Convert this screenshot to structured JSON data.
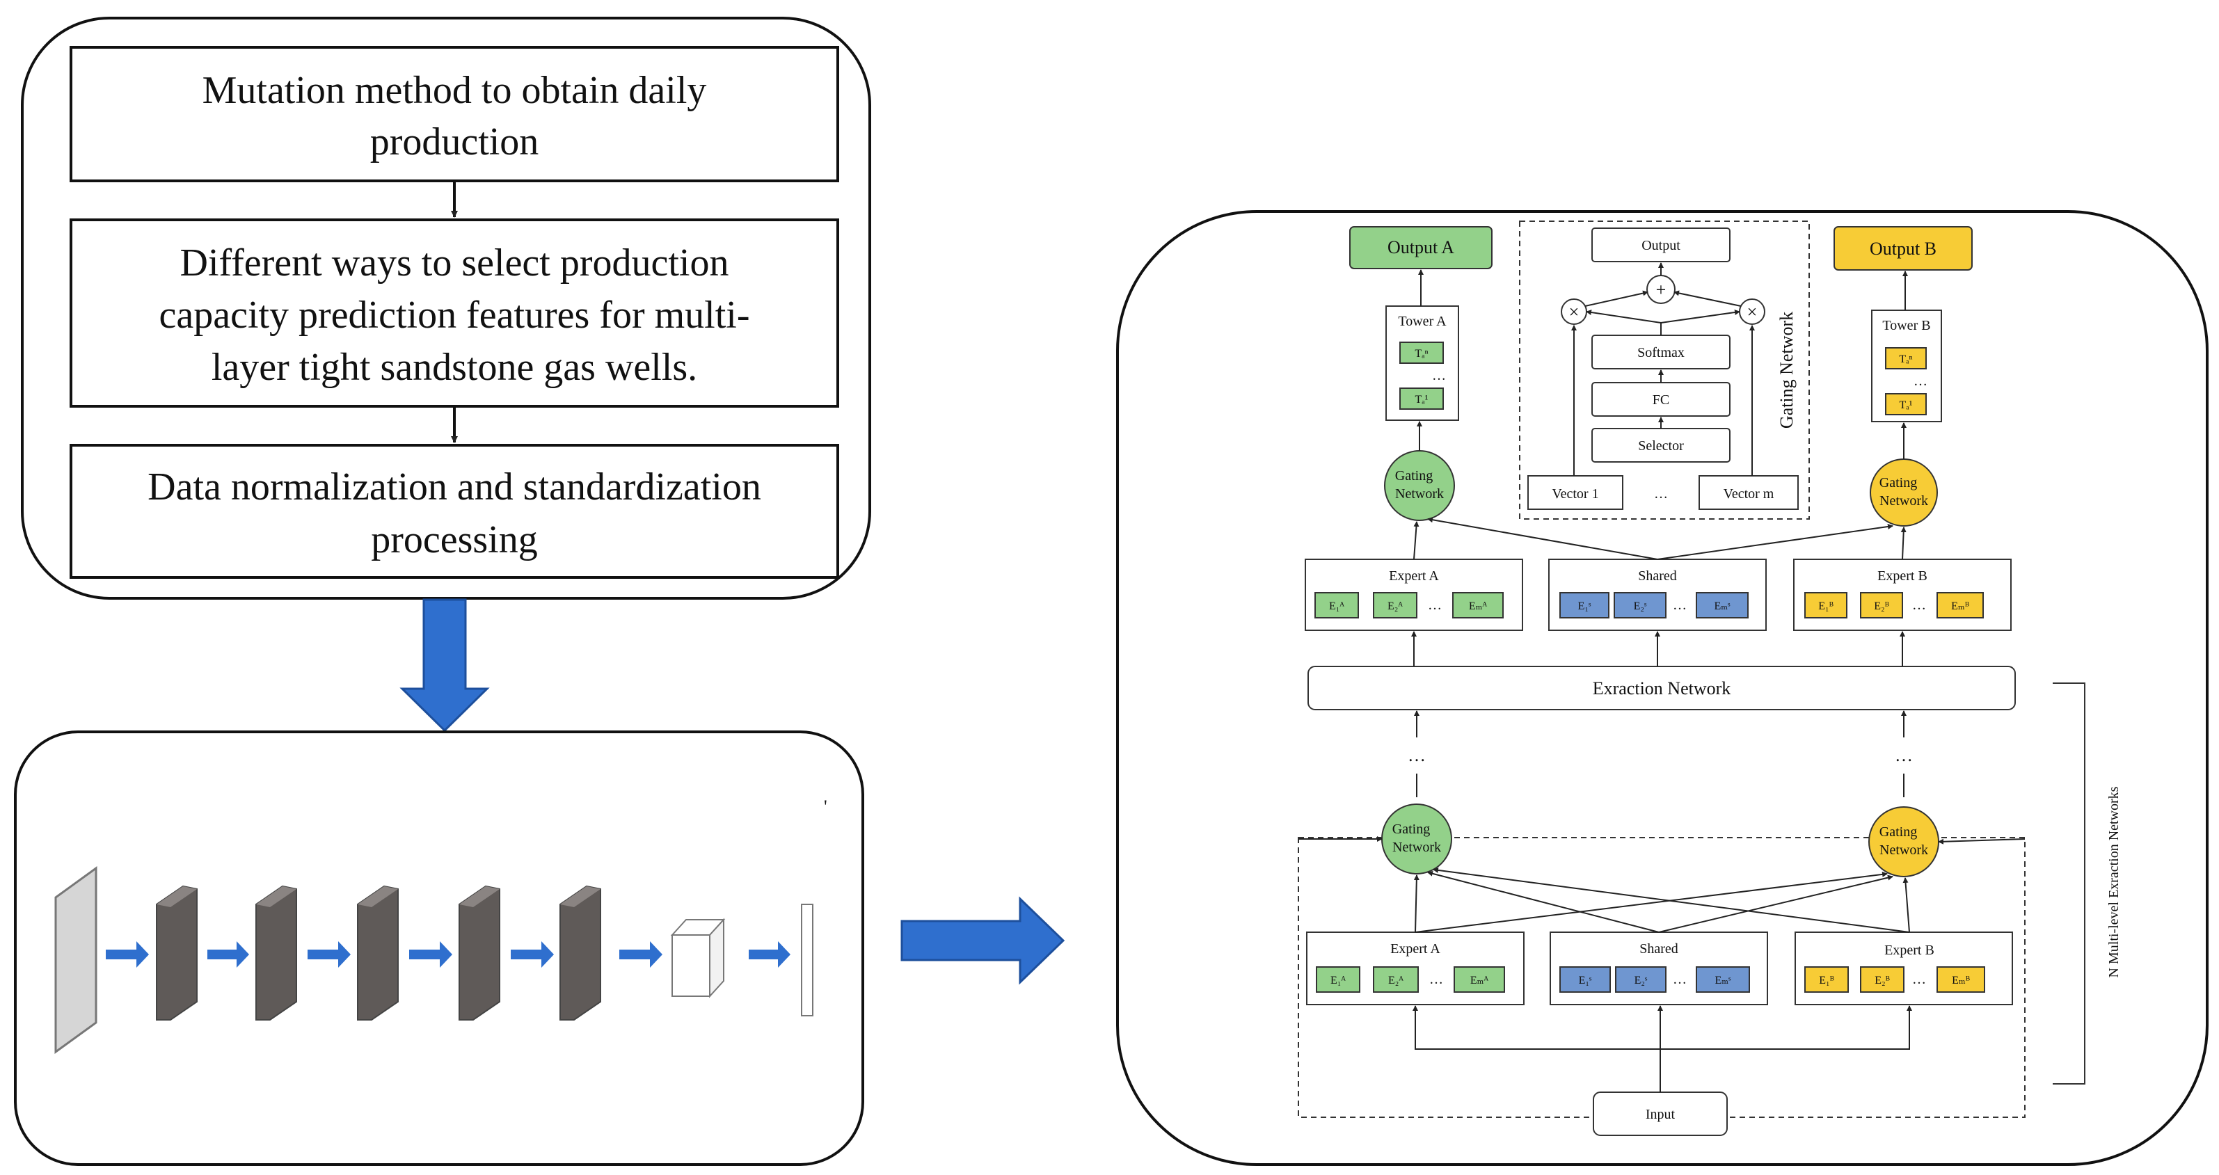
{
  "flow_steps": [
    {
      "lines": [
        "Mutation method to obtain daily",
        "production"
      ]
    },
    {
      "lines": [
        "Different ways to select production",
        "capacity prediction features for multi-",
        "layer tight sandstone gas wells."
      ]
    },
    {
      "lines": [
        "Data normalization and standardization",
        "processing"
      ]
    }
  ],
  "cnn_stray_mark": "'",
  "ple": {
    "output_a": "Output A",
    "output_b": "Output B",
    "tower_a": "Tower A",
    "tower_b": "Tower B",
    "tower_a_top": "Tₐⁿ",
    "tower_a_bottom": "Tₐ¹",
    "tower_b_top": "Tₐⁿ",
    "tower_b_bottom": "Tₐ¹",
    "gating": "Gating",
    "network": "Network",
    "expert_a": "Expert A",
    "shared": "Shared",
    "expert_b": "Expert B",
    "expert_a_cells": [
      "E₁ᴬ",
      "E₂ᴬ",
      "Eₘᴬ"
    ],
    "shared_cells": [
      "E₁ˢ",
      "E₂ˢ",
      "Eₘˢ"
    ],
    "expert_b_cells": [
      "E₁ᴮ",
      "E₂ᴮ",
      "Eₘᴮ"
    ],
    "ellipsis": "…",
    "vdots": "⋮",
    "extraction": "Exraction Network",
    "input": "Input",
    "side_label": "N Multi-level Exraction Networks",
    "gate_detail": {
      "output": "Output",
      "softmax": "Softmax",
      "fc": "FC",
      "selector": "Selector",
      "vector1": "Vector 1",
      "vectorm": "Vector m",
      "plus": "+",
      "times": "×",
      "title": "Gating Network"
    }
  },
  "colors": {
    "green": "#93d18a",
    "yellow": "#f7cc36",
    "blue": "#6f96d0",
    "arrow_blue": "#2f6fce",
    "layer_dark": "#5f5a58"
  }
}
